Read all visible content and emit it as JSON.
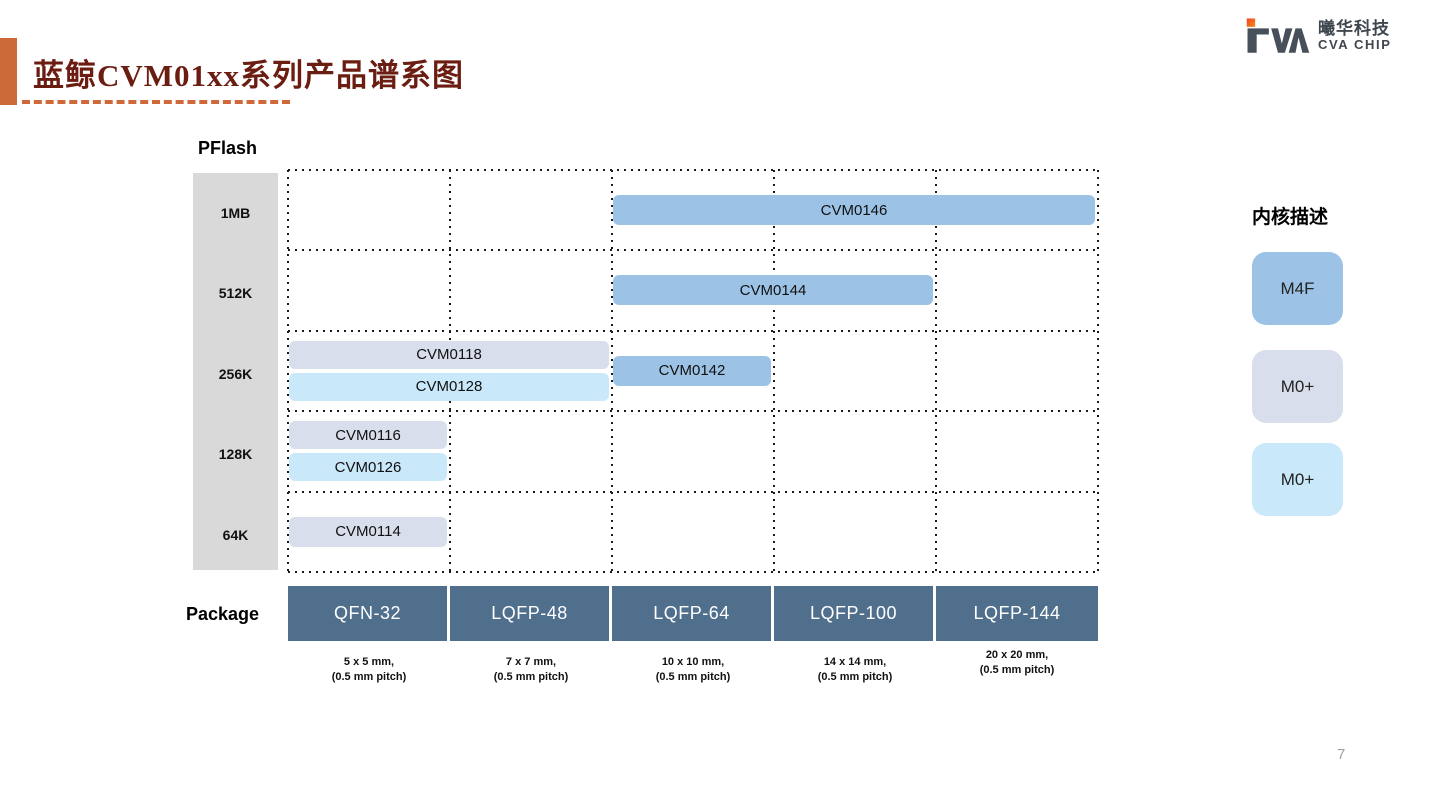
{
  "slide": {
    "title": "蓝鲸CVM01xx系列产品谱系图",
    "page_number": "7"
  },
  "logo": {
    "company_cn": "曦华科技",
    "company_en": "CVA CHIP",
    "mark_color": "#47505A",
    "mark_accent_color": "#EE5A28"
  },
  "colors": {
    "accent_orange": "#CD6A3A",
    "title_text": "#6B1D12",
    "package_header": "#506F8D",
    "axis_column": "#D9D9D9",
    "cores": [
      "#9CC3E6",
      "#D9DEEC",
      "#C9E9FB"
    ]
  },
  "chart": {
    "y_axis_label": "PFlash",
    "x_axis_label": "Package",
    "pflash_rows": [
      "1MB",
      "512K",
      "256K",
      "128K",
      "64K"
    ],
    "packages": [
      {
        "name": "QFN-32",
        "size": "5 x 5 mm,\n(0.5 mm pitch)"
      },
      {
        "name": "LQFP-48",
        "size": "7 x 7 mm,\n(0.5 mm pitch)"
      },
      {
        "name": "LQFP-64",
        "size": "10 x 10 mm,\n(0.5 mm pitch)"
      },
      {
        "name": "LQFP-100",
        "size": "14 x 14 mm,\n(0.5 mm pitch)"
      },
      {
        "name": "LQFP-144",
        "size": "20 x 20 mm,\n(0.5 mm pitch)"
      }
    ],
    "legend": {
      "title": "内核描述",
      "items": [
        {
          "label": "M4F",
          "color": "#9CC3E6"
        },
        {
          "label": "M0+",
          "color": "#D9DEEC"
        },
        {
          "label": "M0+",
          "color": "#C9E9FB"
        }
      ]
    },
    "products": [
      {
        "name": "CVM0146",
        "pflash": "1MB",
        "row": 0,
        "col_start": 2,
        "col_end": 4,
        "core": 0,
        "stack": "solo"
      },
      {
        "name": "CVM0144",
        "pflash": "512K",
        "row": 1,
        "col_start": 2,
        "col_end": 3,
        "core": 0,
        "stack": "solo"
      },
      {
        "name": "CVM0118",
        "pflash": "256K",
        "row": 2,
        "col_start": 0,
        "col_end": 1,
        "core": 1,
        "stack": "upper"
      },
      {
        "name": "CVM0128",
        "pflash": "256K",
        "row": 2,
        "col_start": 0,
        "col_end": 1,
        "core": 2,
        "stack": "lower"
      },
      {
        "name": "CVM0142",
        "pflash": "256K",
        "row": 2,
        "col_start": 2,
        "col_end": 2,
        "core": 0,
        "stack": "solo"
      },
      {
        "name": "CVM0116",
        "pflash": "128K",
        "row": 3,
        "col_start": 0,
        "col_end": 0,
        "core": 1,
        "stack": "upper"
      },
      {
        "name": "CVM0126",
        "pflash": "128K",
        "row": 3,
        "col_start": 0,
        "col_end": 0,
        "core": 2,
        "stack": "lower"
      },
      {
        "name": "CVM0114",
        "pflash": "64K",
        "row": 4,
        "col_start": 0,
        "col_end": 0,
        "core": 1,
        "stack": "solo"
      }
    ]
  }
}
